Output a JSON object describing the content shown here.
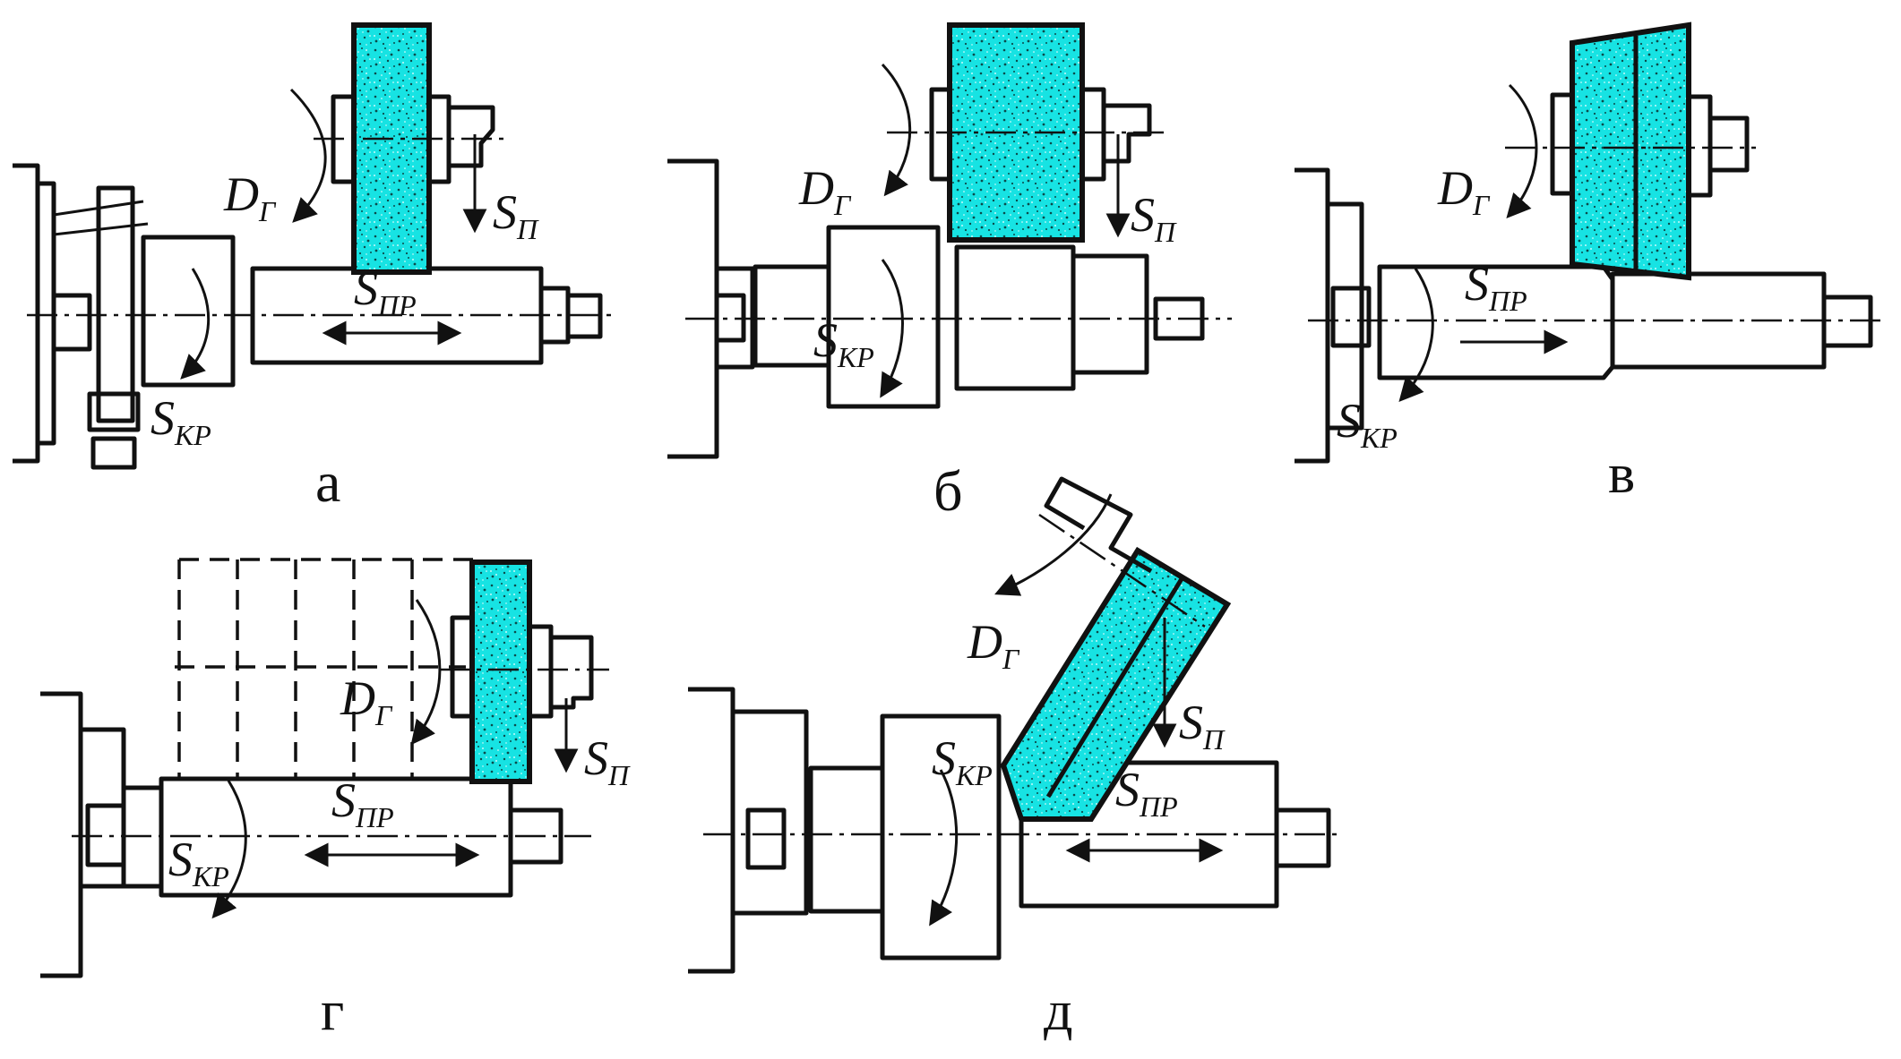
{
  "colors": {
    "wheel": "#17e3e3",
    "ink": "#111111",
    "background": "#ffffff"
  },
  "labels": {
    "rotation_symbol": "D",
    "rotation_sub": "Г",
    "plunge_symbol": "S",
    "plunge_sub": "П",
    "longitudinal_symbol": "S",
    "longitudinal_sub": "ПР",
    "circular_symbol": "S",
    "circular_sub": "КР"
  },
  "panels": [
    {
      "id": "a",
      "caption": "а"
    },
    {
      "id": "b",
      "caption": "б"
    },
    {
      "id": "v",
      "caption": "в"
    },
    {
      "id": "g",
      "caption": "г"
    },
    {
      "id": "d",
      "caption": "д"
    }
  ]
}
